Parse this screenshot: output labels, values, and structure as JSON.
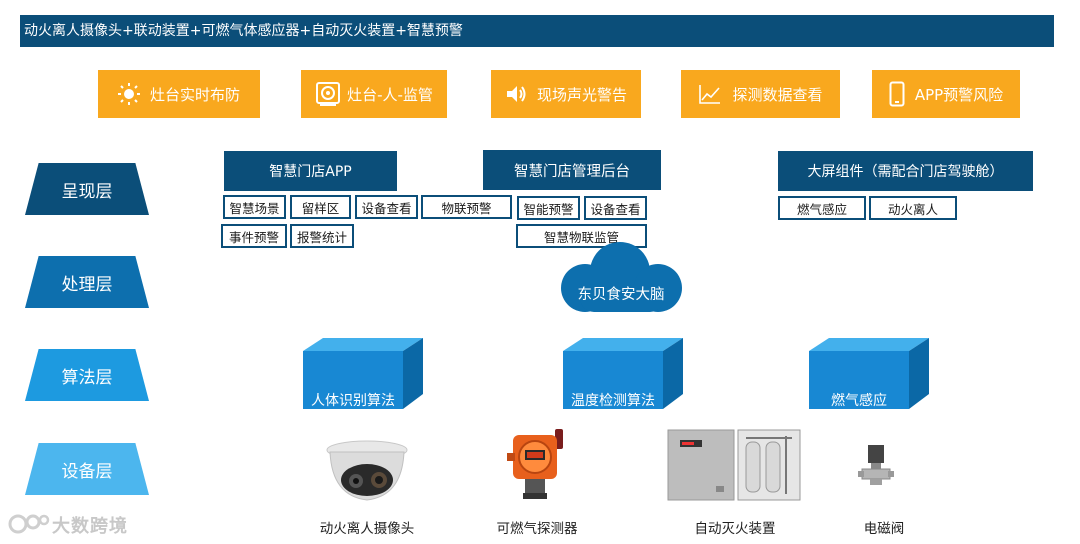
{
  "title": "动火离人摄像头+联动装置+可燃气体感应器+自动灭火装置+智慧预警",
  "features": [
    {
      "label": "灶台实时布防",
      "icon": "sun-icon"
    },
    {
      "label": "灶台-人-监管",
      "icon": "safe-monitor-icon"
    },
    {
      "label": "现场声光警告",
      "icon": "speaker-icon"
    },
    {
      "label": "探测数据查看",
      "icon": "line-chart-icon"
    },
    {
      "label": "APP预警风险",
      "icon": "phone-icon"
    }
  ],
  "layers": [
    {
      "label": "呈现层",
      "color": "#0b4e79"
    },
    {
      "label": "处理层",
      "color": "#0d6fae"
    },
    {
      "label": "算法层",
      "color": "#1d9ae0"
    },
    {
      "label": "设备层",
      "color": "#4cb6ee"
    }
  ],
  "presentation": {
    "app": {
      "title": "智慧门店APP",
      "chips_row1": [
        "智慧场景",
        "留样区",
        "设备查看"
      ],
      "chips_row2": [
        "事件预警",
        "报警统计"
      ]
    },
    "iot_alert": "物联预警",
    "backend": {
      "title": "智慧门店管理后台",
      "chips_row1": [
        "智能预警",
        "设备查看"
      ],
      "chips_row2": [
        "智慧物联监管"
      ]
    },
    "screen": {
      "title": "大屏组件（需配合门店驾驶舱）",
      "chips": [
        "燃气感应",
        "动火离人"
      ]
    }
  },
  "processing": {
    "cloud_label": "东贝食安大脑"
  },
  "algorithms": [
    "人体识别算法",
    "温度检测算法",
    "燃气感应"
  ],
  "devices": [
    "动火离人摄像头",
    "可燃气探测器",
    "自动灭火装置",
    "电磁阀"
  ],
  "watermark": "大数跨境"
}
